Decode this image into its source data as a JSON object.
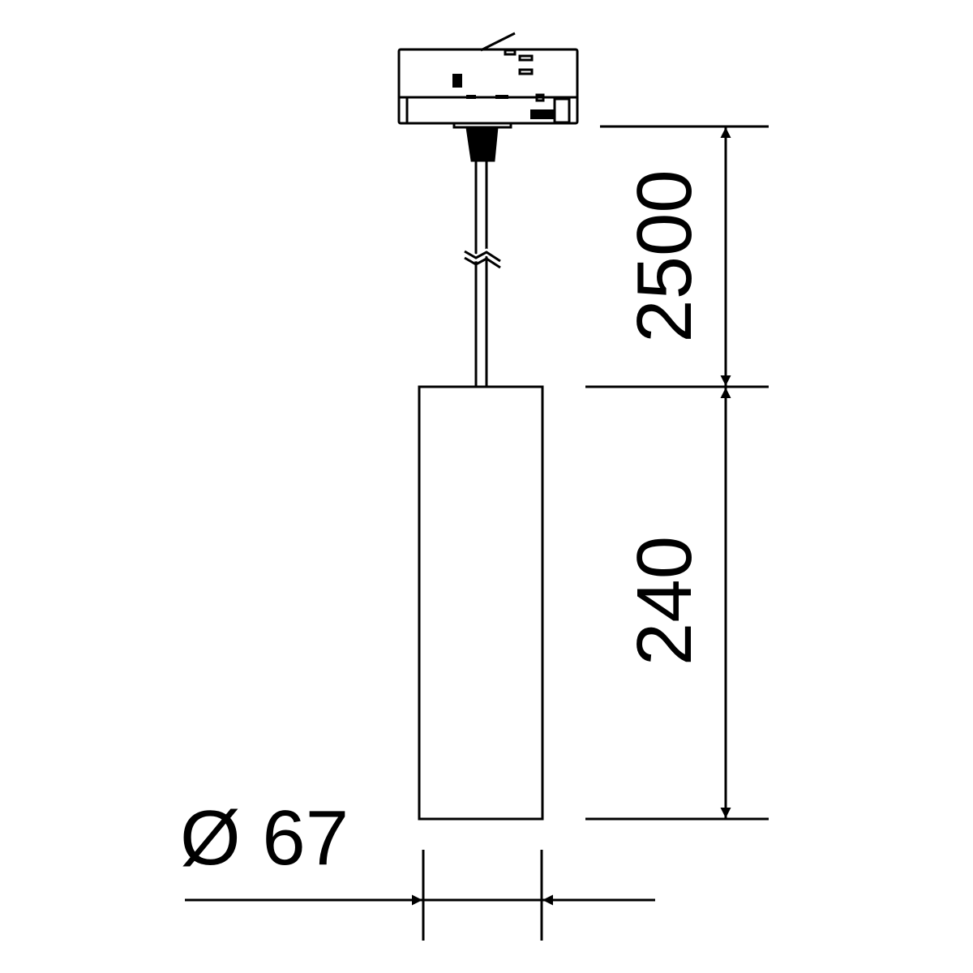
{
  "dimensions": {
    "cable_length": "2500",
    "body_height": "240",
    "diameter": "Ø 67"
  },
  "colors": {
    "line": "#000000",
    "background": "#ffffff"
  }
}
